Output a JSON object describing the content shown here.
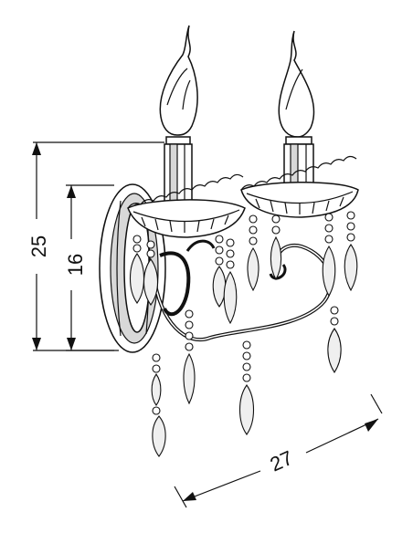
{
  "dimensions": {
    "height_total": "25",
    "height_backplate": "16",
    "width": "27"
  },
  "product": {
    "type": "two-arm crystal wall sconce",
    "arms": 2
  }
}
